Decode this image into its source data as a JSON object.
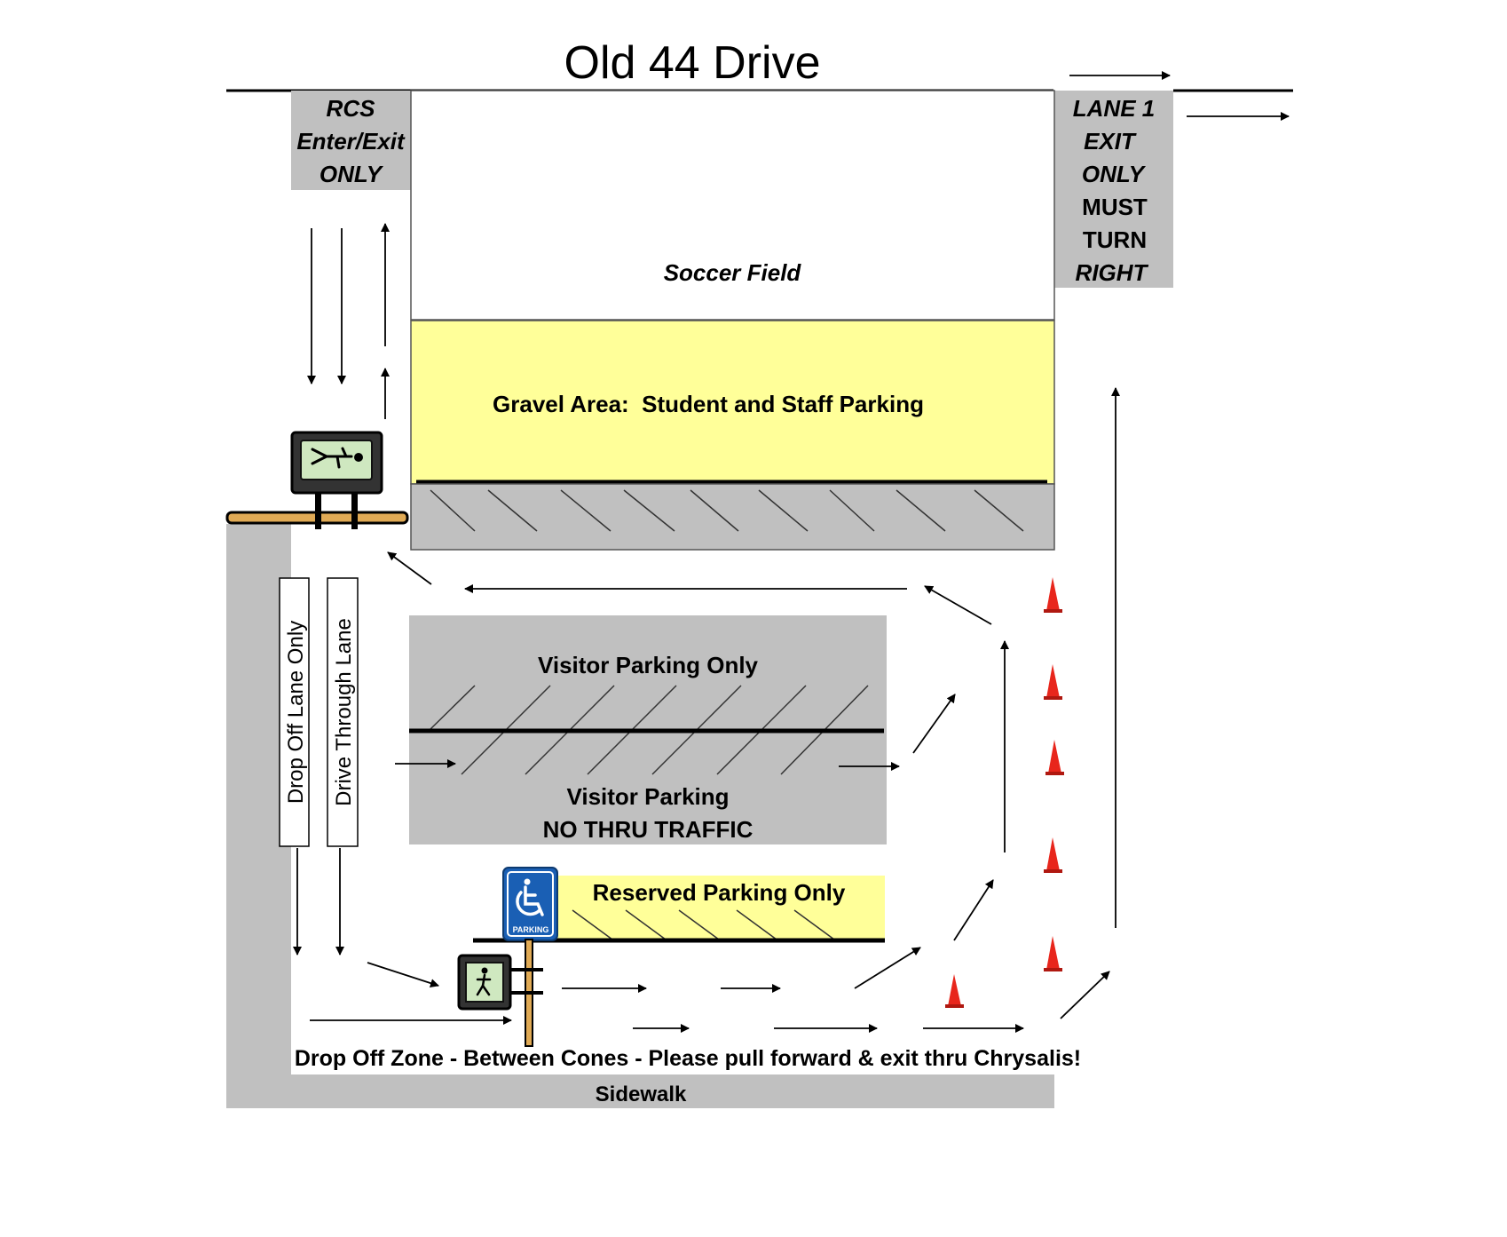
{
  "road": {
    "name": "Old 44 Drive"
  },
  "signs": {
    "rcs_entrance": [
      "RCS",
      "Enter/Exit",
      "ONLY"
    ],
    "lane1_exit": [
      "LANE 1",
      "EXIT",
      "ONLY",
      "MUST",
      "TURN",
      "RIGHT"
    ]
  },
  "areas": {
    "soccer_field": "Soccer Field",
    "gravel_parking": "Gravel Area:  Student and Staff Parking",
    "visitor_top": "Visitor Parking Only",
    "visitor_bottom": [
      "Visitor Parking",
      "NO THRU TRAFFIC"
    ],
    "reserved": "Reserved Parking Only",
    "handicap_sign": "PARKING"
  },
  "lanes": {
    "drop_off": "Drop Off Lane Only",
    "drive_through": "Drive Through Lane"
  },
  "footer": {
    "drop_off_zone": "Drop Off Zone - Between Cones - Please pull forward & exit thru Chrysalis!",
    "sidewalk": "Sidewalk"
  },
  "colors": {
    "gray": "#c0c0c0",
    "yellow": "#ffff99",
    "cone": "#e8261c",
    "sign_blue": "#1a5fb4",
    "tan": "#e0aa55"
  }
}
